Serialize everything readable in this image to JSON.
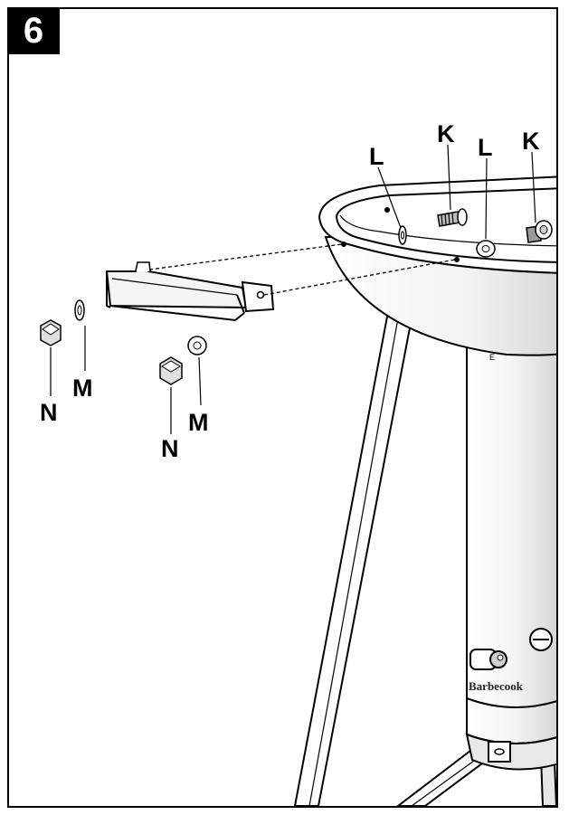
{
  "step": "6",
  "labels": {
    "k1": "K",
    "k2": "K",
    "l1": "L",
    "l2": "L",
    "m1": "M",
    "m2": "M",
    "n1": "N",
    "n2": "N"
  },
  "brand": "Barbecook",
  "colors": {
    "ink": "#000000",
    "paper": "#ffffff",
    "shade": "#d9d9d9"
  }
}
